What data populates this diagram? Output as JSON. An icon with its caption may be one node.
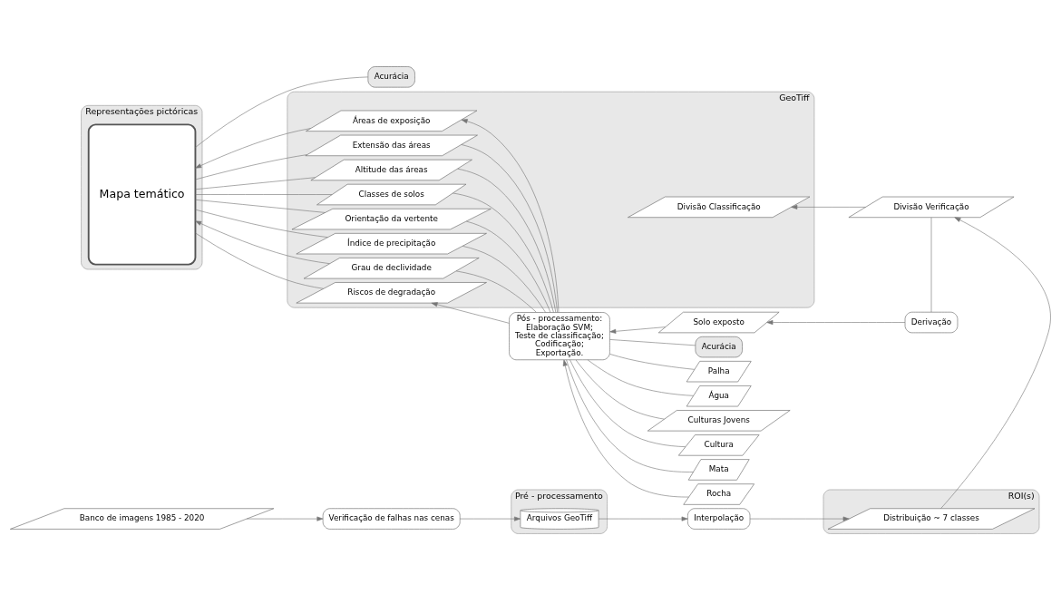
{
  "diagram": {
    "nodes": [
      {
        "text": [
          "Banco de imagens 1985 - 2020"
        ]
      },
      {
        "text": [
          "Verificação de falhas nas cenas"
        ]
      },
      {
        "text": [
          "Pré - processamento"
        ]
      },
      {
        "text": [
          "Arquivos GeoTiff"
        ],
        "in": 2
      },
      {
        "text": [
          "Interpolação"
        ]
      },
      {
        "text": [
          "ROI(s)"
        ]
      },
      {
        "text": [
          "Distribuição ~ 7 classes"
        ],
        "in": 5
      },
      {
        "text": [
          "Acurácia"
        ]
      },
      {
        "text": [
          "Acurácia"
        ]
      },
      {
        "text": [
          "Representações pictóricas"
        ]
      },
      {
        "text": [
          "Mapa temático"
        ],
        "in": 9
      },
      {
        "text": [
          "GeoTiff"
        ]
      },
      {
        "text": [
          "Divisão Classificação"
        ],
        "in": 11
      },
      {
        "text": [
          "Áreas de exposição"
        ],
        "in": 11
      },
      {
        "text": [
          "Extensão das áreas"
        ],
        "in": 11
      },
      {
        "text": [
          "Altitude das áreas"
        ],
        "in": 11
      },
      {
        "text": [
          "Classes de solos"
        ],
        "in": 11
      },
      {
        "text": [
          "Orientação da vertente"
        ],
        "in": 11
      },
      {
        "text": [
          "Índice de precipitação"
        ],
        "in": 11
      },
      {
        "text": [
          "Grau de declividade"
        ],
        "in": 11
      },
      {
        "text": [
          "Riscos de degradação"
        ],
        "in": 11
      },
      {
        "text": [
          "Pós - processamento:",
          "Elaboração SVM;",
          "Teste de classificação;",
          "Codificação;",
          "Exportação."
        ]
      },
      {
        "text": [
          "Divisão Verificação"
        ]
      },
      {
        "text": [
          "Derivação"
        ]
      },
      {
        "text": [
          "Solo exposto"
        ]
      },
      {
        "text": [
          "Palha"
        ]
      },
      {
        "text": [
          "Água"
        ]
      },
      {
        "text": [
          "Culturas Jovens"
        ]
      },
      {
        "text": [
          "Cultura"
        ]
      },
      {
        "text": [
          "Mata"
        ]
      },
      {
        "text": [
          "Rocha"
        ]
      }
    ],
    "edges": [
      {
        "from": 0,
        "to": 1,
        "arrow": "to"
      },
      {
        "from": 1,
        "to": 3,
        "arrow": "to"
      },
      {
        "from": 3,
        "to": 4,
        "arrow": "to"
      },
      {
        "from": 4,
        "to": 6,
        "arrow": "to"
      },
      {
        "from": 6,
        "to": 22,
        "arrow": "to"
      },
      {
        "from": 22,
        "to": 12,
        "arrow": "to"
      },
      {
        "from": 22,
        "to": 23,
        "arrow": "none"
      },
      {
        "from": 23,
        "to": 24,
        "arrow": "to"
      },
      {
        "from": 8,
        "to": 21,
        "arrow": "none"
      },
      {
        "from": 7,
        "to": 10,
        "arrow": "none"
      },
      {
        "from": 24,
        "to": 21,
        "arrow": "to"
      },
      {
        "from": 25,
        "to": 21,
        "arrow": "none"
      },
      {
        "from": 26,
        "to": 21,
        "arrow": "none"
      },
      {
        "from": 27,
        "to": 21,
        "arrow": "none"
      },
      {
        "from": 28,
        "to": 21,
        "arrow": "none"
      },
      {
        "from": 29,
        "to": 21,
        "arrow": "none"
      },
      {
        "from": 30,
        "to": 21,
        "arrow": "to"
      },
      {
        "from": 21,
        "to": 13,
        "arrow": "to"
      },
      {
        "from": 21,
        "to": 14,
        "arrow": "none"
      },
      {
        "from": 21,
        "to": 15,
        "arrow": "none"
      },
      {
        "from": 21,
        "to": 16,
        "arrow": "none"
      },
      {
        "from": 21,
        "to": 17,
        "arrow": "none"
      },
      {
        "from": 21,
        "to": 18,
        "arrow": "none"
      },
      {
        "from": 21,
        "to": 19,
        "arrow": "none"
      },
      {
        "from": 21,
        "to": 20,
        "arrow": "to"
      },
      {
        "from": 13,
        "to": 10,
        "arrow": "to"
      },
      {
        "from": 14,
        "to": 10,
        "arrow": "none"
      },
      {
        "from": 15,
        "to": 10,
        "arrow": "none"
      },
      {
        "from": 16,
        "to": 10,
        "arrow": "none"
      },
      {
        "from": 17,
        "to": 10,
        "arrow": "none"
      },
      {
        "from": 18,
        "to": 10,
        "arrow": "none"
      },
      {
        "from": 19,
        "to": 10,
        "arrow": "to"
      },
      {
        "from": 20,
        "to": 10,
        "arrow": "none"
      }
    ]
  }
}
